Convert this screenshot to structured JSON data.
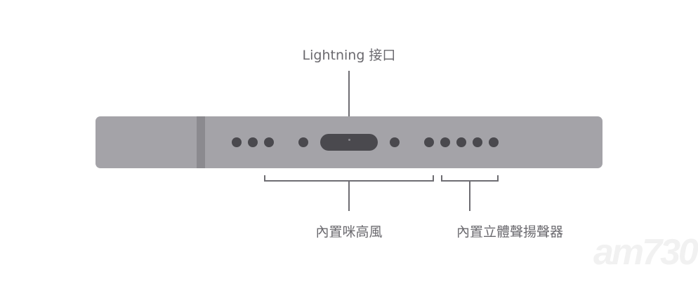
{
  "labels": {
    "lightning": "Lightning 接口",
    "microphone": "內置咪高風",
    "speaker": "內置立體聲揚聲器"
  },
  "watermark": "am730",
  "colors": {
    "body": "#a4a3a8",
    "holes": "#4a494e",
    "lines": "#6e6d72"
  }
}
